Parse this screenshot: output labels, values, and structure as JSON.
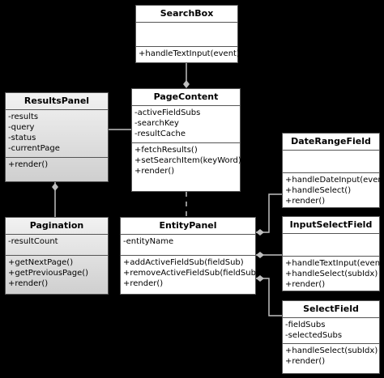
{
  "classes": {
    "searchbox": {
      "name": "SearchBox",
      "attributes": [],
      "methods": [
        "+handleTextInput(event)"
      ]
    },
    "resultspanel": {
      "name": "ResultsPanel",
      "attributes": [
        "-results",
        "-query",
        "-status",
        "-currentPage"
      ],
      "methods": [
        "+render()"
      ]
    },
    "pagecontent": {
      "name": "PageContent",
      "attributes": [
        "-activeFieldSubs",
        "-searchKey",
        "-resultCache"
      ],
      "methods": [
        "+fetchResults()",
        "+setSearchItem(keyWord)",
        "+render()"
      ]
    },
    "daterangefield": {
      "name": "DateRangeField",
      "attributes": [],
      "methods": [
        "+handleDateInput(event)",
        "+handleSelect()",
        "+render()"
      ]
    },
    "pagination": {
      "name": "Pagination",
      "attributes": [
        "-resultCount"
      ],
      "methods": [
        "+getNextPage()",
        "+getPreviousPage()",
        "+render()"
      ]
    },
    "entitypanel": {
      "name": "EntityPanel",
      "attributes": [
        "-entityName"
      ],
      "methods": [
        "+addActiveFieldSub(fieldSub)",
        "+removeActiveFieldSub(fieldSub)",
        "+render()"
      ]
    },
    "inputselectfield": {
      "name": "InputSelectField",
      "attributes": [],
      "methods": [
        "+handleTextInput(event)",
        "+handleSelect(subIdx)",
        "+render()"
      ]
    },
    "selectfield": {
      "name": "SelectField",
      "attributes": [
        "-fieldSubs",
        "-selectedSubs"
      ],
      "methods": [
        "+handleSelect(subIdx)",
        "+render()"
      ]
    }
  },
  "colors": {
    "background": "#000000",
    "line": "#bfbfbf",
    "box_border": "#555555"
  }
}
